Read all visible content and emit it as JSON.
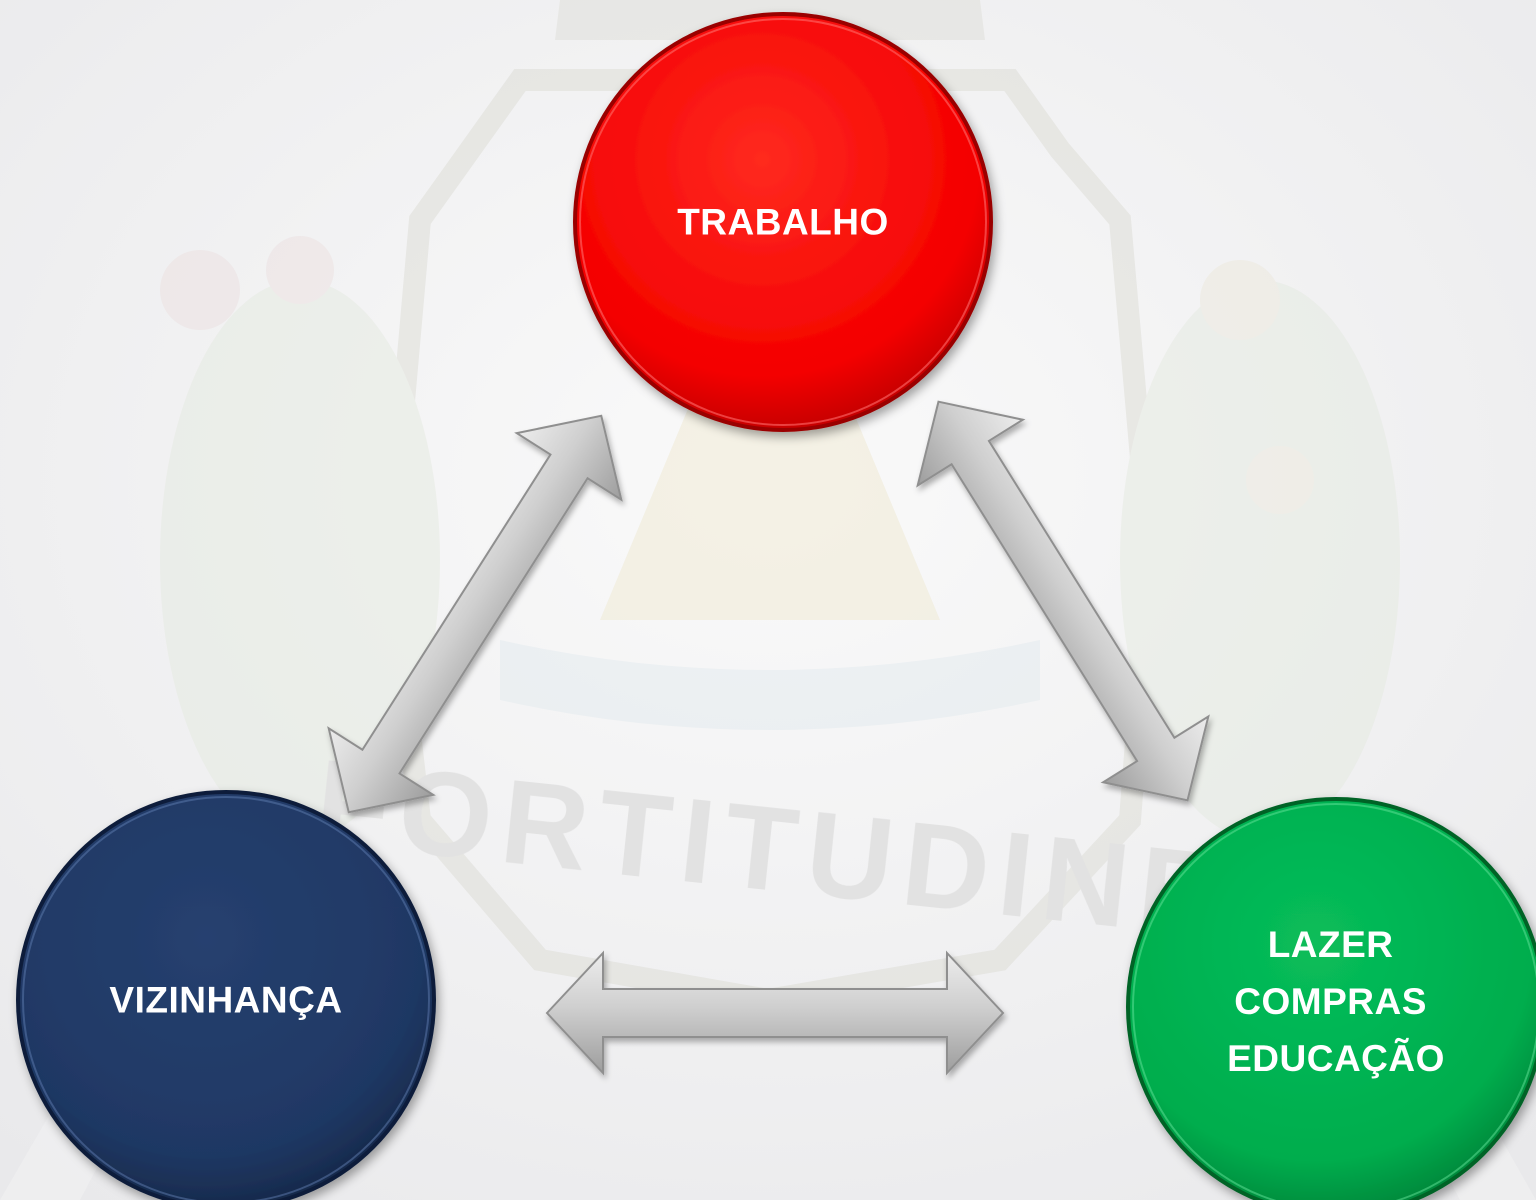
{
  "nodes": {
    "trabalho": {
      "label": "TRABALHO",
      "color": "#ff0000"
    },
    "vizinhanca": {
      "label": "VIZINHANÇA",
      "color": "#1f3864"
    },
    "destinos": {
      "lines": [
        "LAZER",
        "COMPRAS",
        "EDUCAÇÃO"
      ],
      "color": "#00b050"
    }
  },
  "connectors": [
    {
      "from": "trabalho",
      "to": "vizinhanca",
      "type": "double-arrow"
    },
    {
      "from": "trabalho",
      "to": "destinos",
      "type": "double-arrow"
    },
    {
      "from": "vizinhanca",
      "to": "destinos",
      "type": "double-arrow"
    }
  ],
  "background": {
    "watermark": "FORTITUDINE",
    "arrow_color": "#c9c9c9"
  }
}
